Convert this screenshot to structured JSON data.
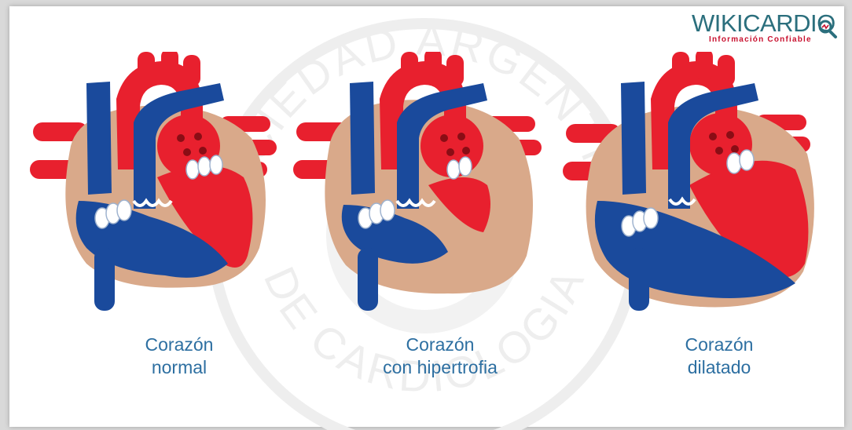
{
  "logo": {
    "title": "WIKICARDIO",
    "subtitle": "Información Confiable",
    "icon": "magnifier-icon"
  },
  "watermark": {
    "top_text": "SOCIEDAD ARGENTINA",
    "bottom_text": "DE CARDIOLOGIA"
  },
  "hearts": [
    {
      "caption_line1": "Corazón",
      "caption_line2": "normal",
      "wall": "normal"
    },
    {
      "caption_line1": "Corazón",
      "caption_line2": "con hipertrofia",
      "wall": "thick"
    },
    {
      "caption_line1": "Corazón",
      "caption_line2": "dilatado",
      "wall": "dilated"
    }
  ],
  "colors": {
    "artery_red": "#e8202e",
    "vein_blue": "#1a4a9c",
    "muscle_tan": "#d9a98a",
    "caption_blue": "#2d6fa1",
    "logo_teal": "#2b6f7d",
    "logo_red": "#c8102e"
  }
}
